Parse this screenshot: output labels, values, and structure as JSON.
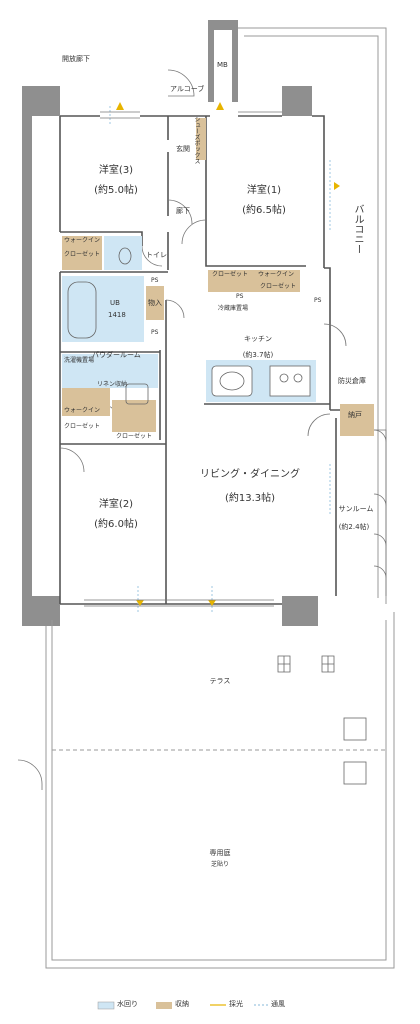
{
  "labels": {
    "open_corridor": "開放廊下",
    "mb": "MB",
    "alcove": "アルコーブ",
    "shoes_box": "シューズボックス",
    "entrance": "玄関",
    "hallway": "廊下",
    "room3_name": "洋室(3)",
    "room3_size": "(約5.0帖)",
    "room1_name": "洋室(1)",
    "room1_size": "(約6.5帖)",
    "balcony": "バルコニー",
    "walkin_a": "ウォークイン",
    "closet_a": "クローゼット",
    "toilet": "トイレ",
    "closet_b": "クローゼット",
    "walkin_b": "ウォークイン",
    "closet_c": "クローゼット",
    "ub": "UB",
    "ub_size": "1418",
    "storage": "物入",
    "ps1": "PS",
    "ps2": "PS",
    "ps3": "PS",
    "ps4": "PS",
    "freezer": "冷蔵庫置場",
    "kitchen": "キッチン",
    "kitchen_size": "(約3.7帖)",
    "powder_room": "パウダールーム",
    "washer": "洗濯機置場",
    "linen": "リネン収納",
    "walkin_c": "ウォークイン",
    "closet_d": "クローゼット",
    "closet_e": "クローゼット",
    "disaster_storage": "防災倉庫",
    "pantry": "納戸",
    "living_name": "リビング・ダイニング",
    "living_size": "(約13.3帖)",
    "sunroom_name": "サンルーム",
    "sunroom_size": "(約2.4帖)",
    "room2_name": "洋室(2)",
    "room2_size": "(約6.0帖)",
    "terrace": "テラス",
    "garden": "専用庭",
    "garden_note": "芝貼り"
  },
  "legend": {
    "water": "水回り",
    "storage": "収納",
    "light": "採光",
    "ventilation": "通風"
  },
  "colors": {
    "wall": "#8f8f8f",
    "water_area": "#cfe6f4",
    "storage_area": "#d9c19a",
    "light_arrow": "#e7b400",
    "ventilation_arrow": "#9fc7e0"
  }
}
